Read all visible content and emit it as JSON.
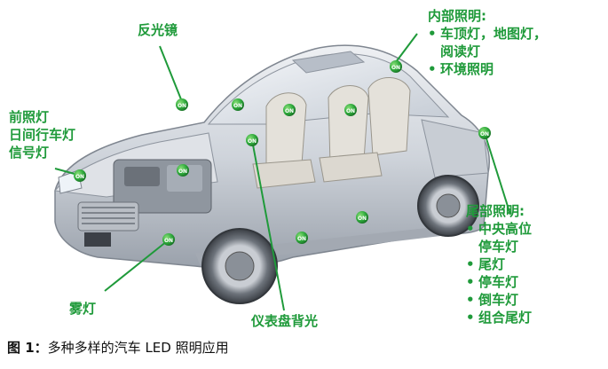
{
  "labels": {
    "reflector": "反光镜",
    "front": [
      "前照灯",
      "日间行车灯",
      "信号灯"
    ],
    "interior_title": "内部照明:",
    "interior_items": [
      "车顶灯，地图灯，",
      "阅读灯",
      "环境照明"
    ],
    "fog": "雾灯",
    "dashboard": "仪表盘背光",
    "rear_title": "尾部照明:",
    "rear_items": [
      "中央高位",
      "停车灯",
      "尾灯",
      "停车灯",
      "倒车灯",
      "组合尾灯"
    ]
  },
  "marker_text": "ON",
  "caption": {
    "prefix": "图 1：",
    "text": "多种多样的汽车 LED 照明应用"
  },
  "colors": {
    "label_green": "#1f9a3a",
    "marker_green": "#2faa3c",
    "car_body": "#d9dde3"
  }
}
